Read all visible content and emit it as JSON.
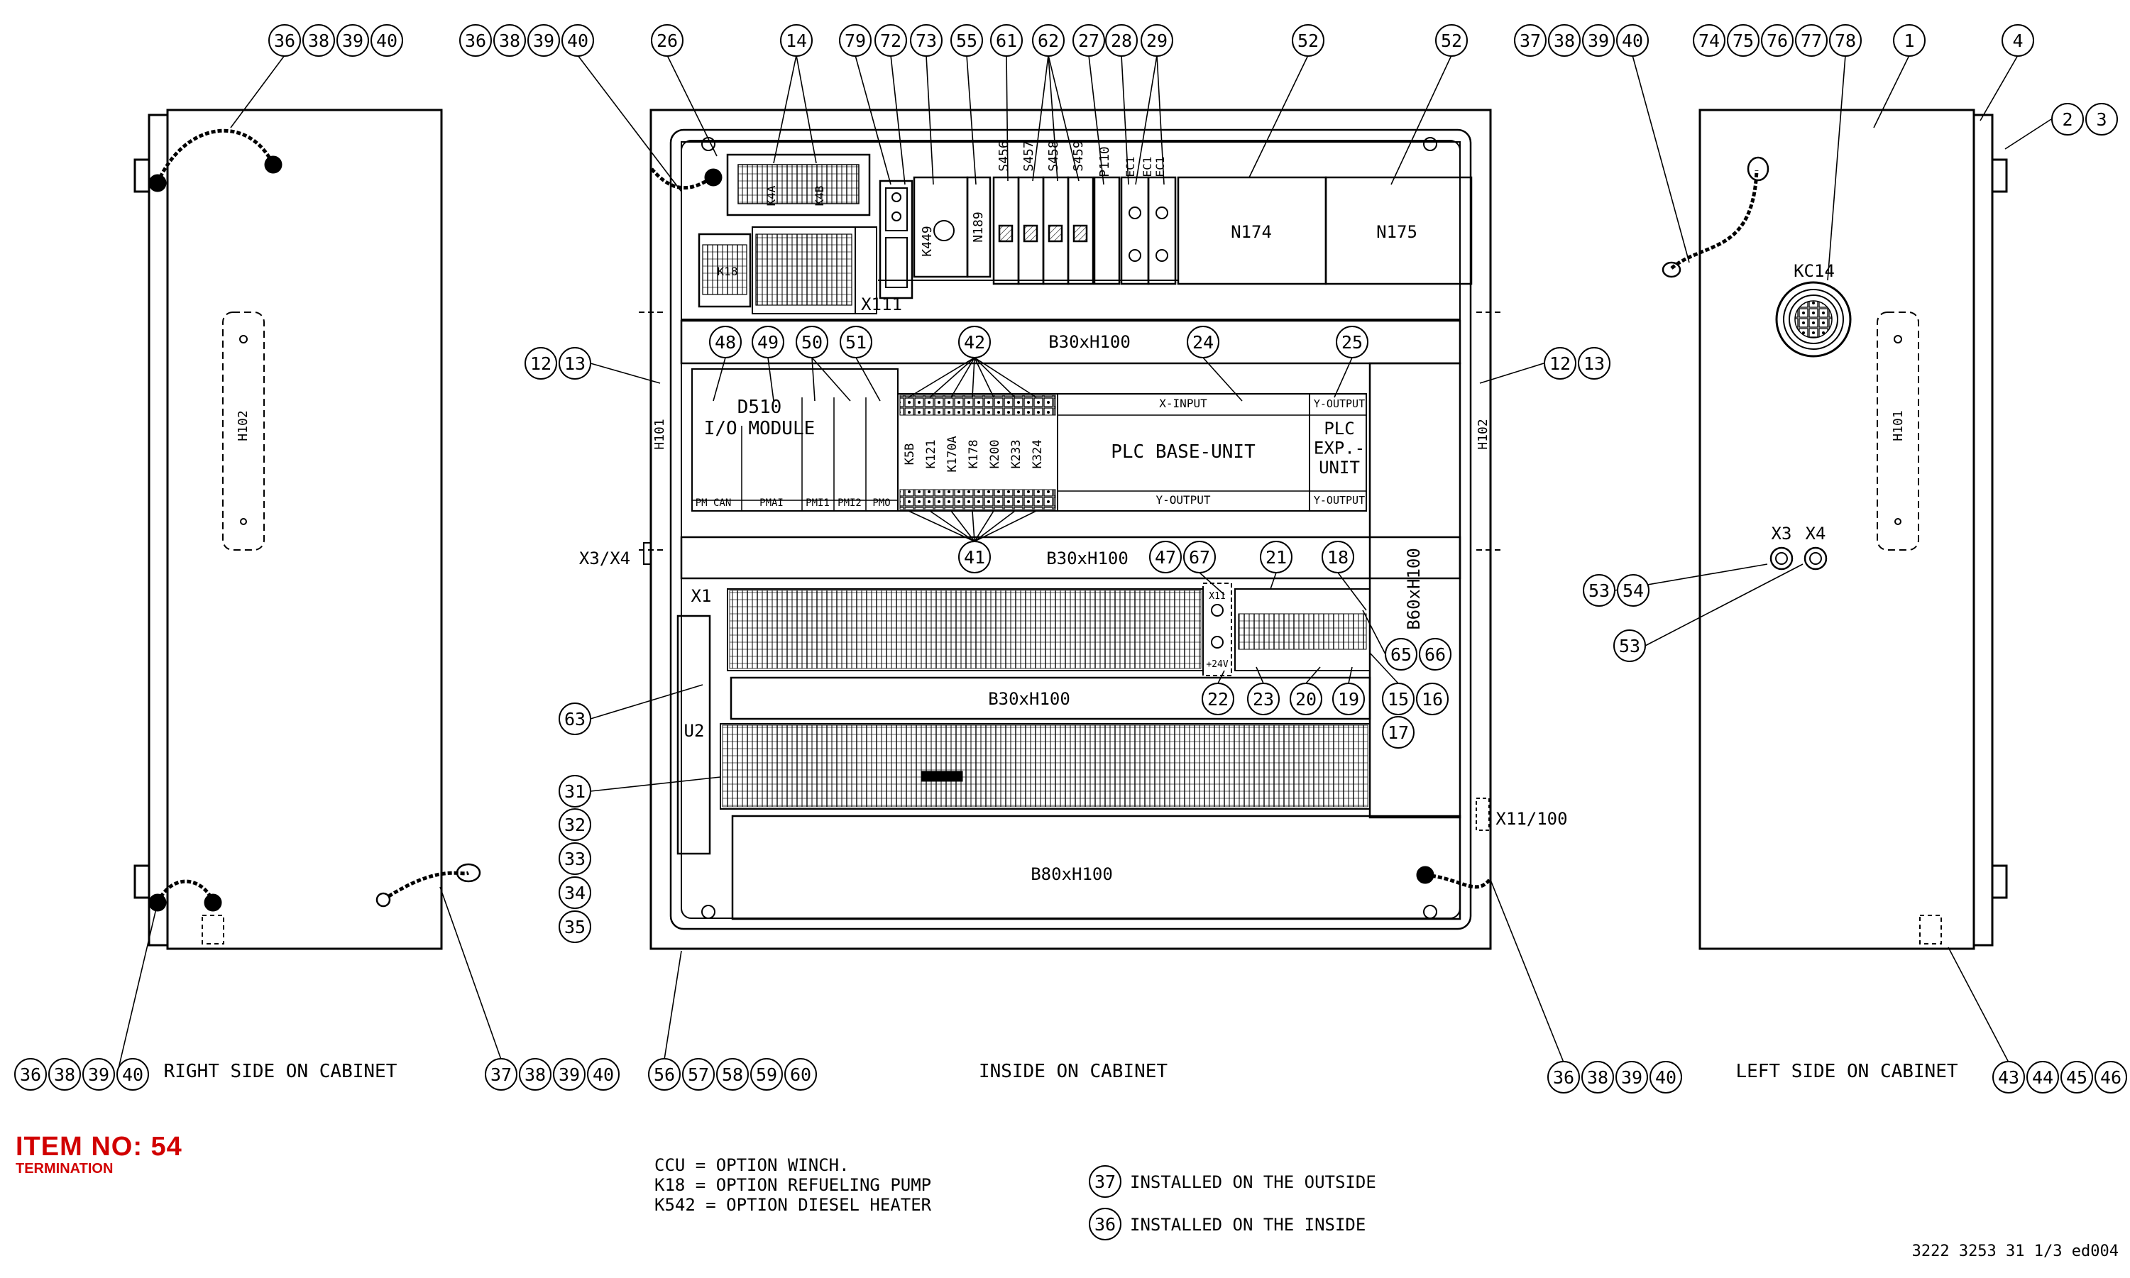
{
  "header": {
    "item_no": "ITEM NO: 54",
    "item_sub": "TERMINATION"
  },
  "views": {
    "right_side": "RIGHT SIDE ON CABINET",
    "inside": "INSIDE ON CABINET",
    "left_side": "LEFT SIDE ON CABINET"
  },
  "notes": {
    "lines": [
      "CCU = OPTION WINCH.",
      "K18 = OPTION REFUELING PUMP",
      "K542 = OPTION DIESEL HEATER"
    ],
    "legend": [
      {
        "num": "37",
        "text": "INSTALLED ON THE OUTSIDE"
      },
      {
        "num": "36",
        "text": "INSTALLED ON THE INSIDE"
      }
    ]
  },
  "doc_number": "3222 3253 31 1/3 ed004",
  "components": {
    "top_row": [
      "K4A",
      "K4B",
      "K18",
      "K449",
      "N189",
      "S456",
      "S457",
      "S458",
      "S459",
      "P110",
      "EC1",
      "EC1",
      "EC1",
      "N174",
      "N175",
      "X111"
    ],
    "ducts": [
      "B30xH100",
      "B30xH100",
      "B30xH100",
      "B80xH100",
      "B60xH100"
    ],
    "plc": {
      "io_module": "D510\nI/O MODULE",
      "io_ports": [
        "PM CAN",
        "PMAI",
        "PMI1",
        "PMI2",
        "PMO"
      ],
      "x_input": "X-INPUT",
      "y_output": "Y-OUTPUT",
      "base_unit": "PLC BASE-UNIT",
      "exp_unit": "PLC\nEXP.-\nUNIT",
      "y_output_right_top": "Y-OUTPUT",
      "y_output_right_bottom": "Y-OUTPUT",
      "relays": [
        "K5B",
        "K121",
        "K170A",
        "K178",
        "K200",
        "K233",
        "K324"
      ]
    },
    "terminals": {
      "x1": "X1",
      "u2": "U2",
      "x11_small": "X11",
      "p24v": "+24V",
      "x3x4": "X3/X4",
      "x11_100": "X11/100"
    },
    "side_labels": {
      "h101_inside": "H101",
      "h102_inside": "H102",
      "h102_right": "H102",
      "h101_left": "H101"
    },
    "connector": "KC14",
    "ports": [
      "X3",
      "X4"
    ]
  },
  "balloons": [
    {
      "n": "36"
    },
    {
      "n": "38"
    },
    {
      "n": "39"
    },
    {
      "n": "40"
    },
    {
      "n": "36"
    },
    {
      "n": "38"
    },
    {
      "n": "39"
    },
    {
      "n": "40"
    },
    {
      "n": "26"
    },
    {
      "n": "14"
    },
    {
      "n": "79"
    },
    {
      "n": "72"
    },
    {
      "n": "73"
    },
    {
      "n": "55"
    },
    {
      "n": "61"
    },
    {
      "n": "62"
    },
    {
      "n": "27"
    },
    {
      "n": "28"
    },
    {
      "n": "29"
    },
    {
      "n": "52"
    },
    {
      "n": "52"
    },
    {
      "n": "37"
    },
    {
      "n": "38"
    },
    {
      "n": "39"
    },
    {
      "n": "40"
    },
    {
      "n": "74"
    },
    {
      "n": "75"
    },
    {
      "n": "76"
    },
    {
      "n": "77"
    },
    {
      "n": "78"
    },
    {
      "n": "1"
    },
    {
      "n": "4"
    },
    {
      "n": "2"
    },
    {
      "n": "3"
    },
    {
      "n": "12"
    },
    {
      "n": "13"
    },
    {
      "n": "48"
    },
    {
      "n": "49"
    },
    {
      "n": "50"
    },
    {
      "n": "51"
    },
    {
      "n": "42"
    },
    {
      "n": "24"
    },
    {
      "n": "25"
    },
    {
      "n": "12"
    },
    {
      "n": "13"
    },
    {
      "n": "41"
    },
    {
      "n": "47"
    },
    {
      "n": "67"
    },
    {
      "n": "21"
    },
    {
      "n": "18"
    },
    {
      "n": "53"
    },
    {
      "n": "54"
    },
    {
      "n": "53"
    },
    {
      "n": "65"
    },
    {
      "n": "66"
    },
    {
      "n": "63"
    },
    {
      "n": "22"
    },
    {
      "n": "23"
    },
    {
      "n": "20"
    },
    {
      "n": "19"
    },
    {
      "n": "15"
    },
    {
      "n": "16"
    },
    {
      "n": "17"
    },
    {
      "n": "31"
    },
    {
      "n": "32"
    },
    {
      "n": "33"
    },
    {
      "n": "34"
    },
    {
      "n": "35"
    },
    {
      "n": "36"
    },
    {
      "n": "38"
    },
    {
      "n": "39"
    },
    {
      "n": "40"
    },
    {
      "n": "37"
    },
    {
      "n": "38"
    },
    {
      "n": "39"
    },
    {
      "n": "40"
    },
    {
      "n": "56"
    },
    {
      "n": "57"
    },
    {
      "n": "58"
    },
    {
      "n": "59"
    },
    {
      "n": "60"
    },
    {
      "n": "36"
    },
    {
      "n": "38"
    },
    {
      "n": "39"
    },
    {
      "n": "40"
    },
    {
      "n": "43"
    },
    {
      "n": "44"
    },
    {
      "n": "45"
    },
    {
      "n": "46"
    }
  ],
  "colors": {
    "ink": "#000000",
    "accent": "#d10000"
  }
}
